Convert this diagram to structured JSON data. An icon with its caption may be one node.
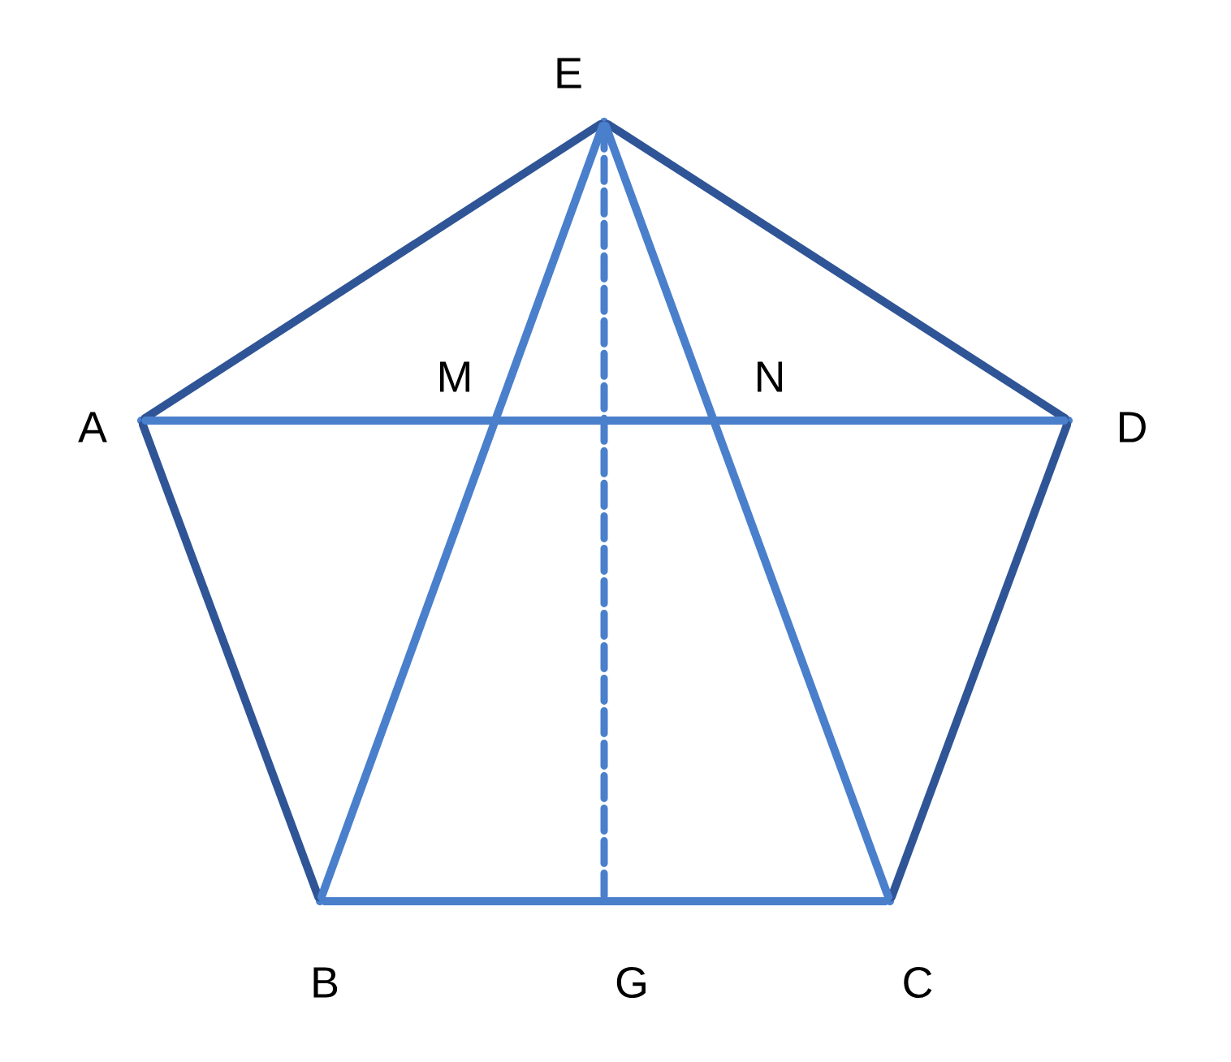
{
  "diagram": {
    "nodes": [
      {
        "text": [],
        "shape": "point",
        "beside": [
          "E"
        ]
      },
      {
        "text": [],
        "shape": "point",
        "beside": [
          "A"
        ]
      },
      {
        "text": [],
        "shape": "point",
        "beside": [
          "M"
        ]
      },
      {
        "text": [],
        "shape": "point",
        "beside": [
          "N"
        ]
      },
      {
        "text": [],
        "shape": "point",
        "beside": [
          "D"
        ]
      },
      {
        "text": [],
        "shape": "point",
        "beside": [
          "B"
        ]
      },
      {
        "text": [],
        "shape": "point",
        "beside": [
          "G"
        ]
      },
      {
        "text": [],
        "shape": "point",
        "beside": [
          "C"
        ]
      }
    ],
    "edges": [
      {
        "from": 1,
        "to": 0,
        "arrow": "none",
        "color": "#2f5597"
      },
      {
        "from": 0,
        "to": 4,
        "arrow": "none",
        "color": "#2f5597"
      },
      {
        "from": 1,
        "to": 5,
        "arrow": "none",
        "color": "#2f5597"
      },
      {
        "from": 4,
        "to": 7,
        "arrow": "none",
        "color": "#2f5597"
      },
      {
        "from": 5,
        "to": 7,
        "arrow": "none"
      },
      {
        "from": 1,
        "to": 4,
        "arrow": "none"
      },
      {
        "from": 0,
        "to": 5,
        "arrow": "none"
      },
      {
        "from": 0,
        "to": 7,
        "arrow": "none"
      },
      {
        "from": 0,
        "to": 6,
        "arrow": "none",
        "style": "dashed"
      }
    ]
  }
}
